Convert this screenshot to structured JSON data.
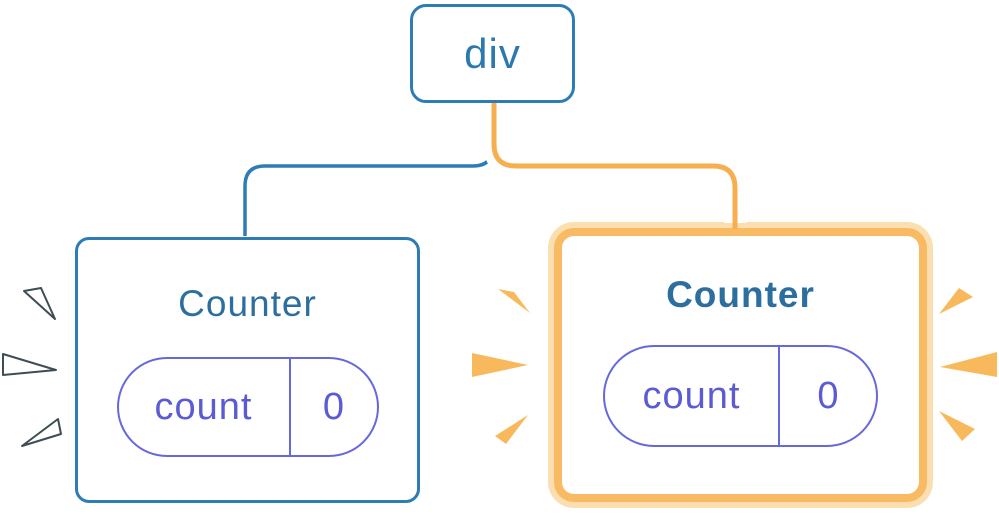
{
  "diagram": {
    "root": {
      "label": "div"
    },
    "children": [
      {
        "title": "Counter",
        "state_key": "count",
        "state_value": "0",
        "highlighted": false
      },
      {
        "title": "Counter",
        "state_key": "count",
        "state_value": "0",
        "highlighted": true
      }
    ]
  },
  "colors": {
    "blue": "#2D7CB5",
    "blue_text": "#2C79AF",
    "title_blue": "#2C6F9F",
    "purple_text": "#5A5BD5",
    "purple_border": "#6668DE",
    "orange_line": "#F6AE4F",
    "orange_border": "#F8BA62",
    "orange_glow": "#FBDFB0",
    "spark_orange": "#F8B95C",
    "spark_outline": "#3E4C54",
    "card_bg": "#FFFFFF"
  }
}
